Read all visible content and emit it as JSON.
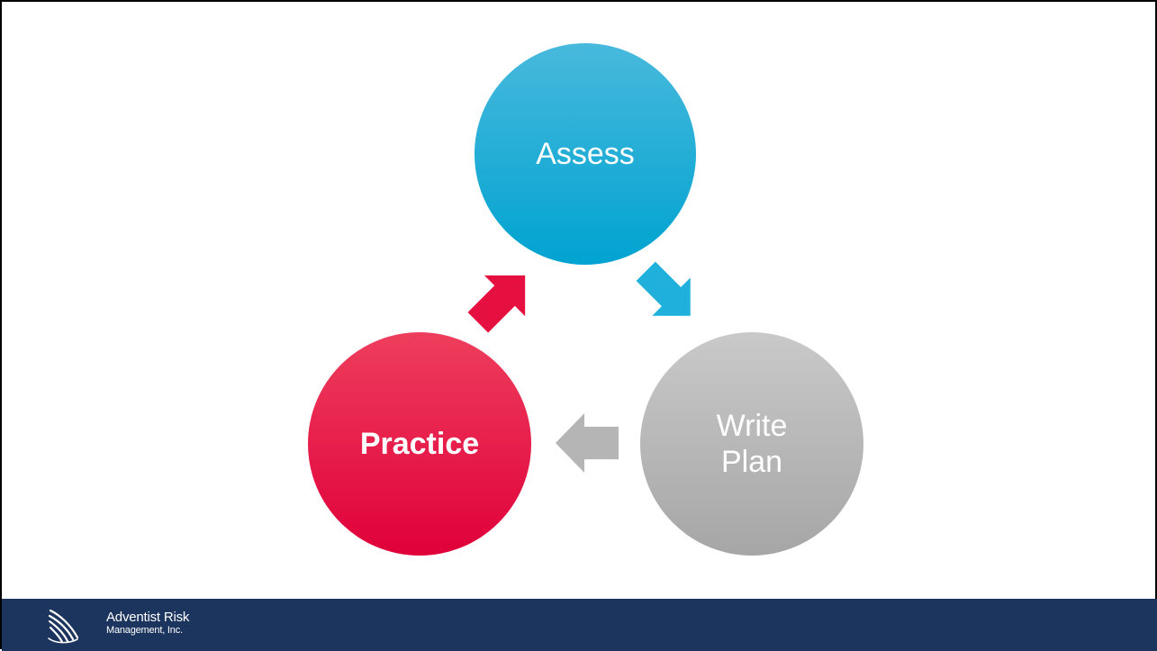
{
  "diagram": {
    "nodes": [
      {
        "id": "assess",
        "lines": [
          "Assess"
        ],
        "bold": false,
        "color_top": "#48b9dc",
        "color_bottom": "#00a3d1"
      },
      {
        "id": "write-plan",
        "lines": [
          "Write",
          "Plan"
        ],
        "bold": false,
        "color_top": "#c9c9c9",
        "color_bottom": "#a6a6a6"
      },
      {
        "id": "practice",
        "lines": [
          "Practice"
        ],
        "bold": true,
        "color_top": "#ee3e5d",
        "color_bottom": "#e0003a"
      }
    ],
    "arrows": [
      {
        "from": "assess",
        "to": "write-plan",
        "color": "#1fb0db"
      },
      {
        "from": "write-plan",
        "to": "practice",
        "color": "#b5b5b5"
      },
      {
        "from": "practice",
        "to": "assess",
        "color": "#e5103f"
      }
    ]
  },
  "footer": {
    "background": "#1c355e",
    "brand_line1": "Adventist Risk",
    "brand_line2": "Management, Inc."
  }
}
